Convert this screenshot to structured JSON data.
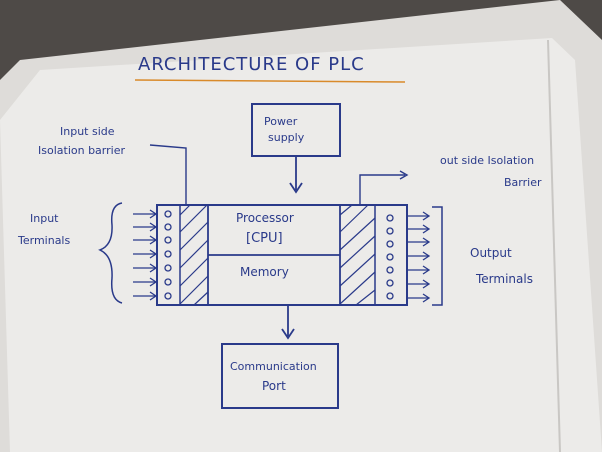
{
  "diagram": {
    "title": "ARCHITECTURE OF PLC",
    "labels": {
      "input_isolation_line1": "Input side",
      "input_isolation_line2": "Isolation barrier",
      "input_terminals_line1": "Input",
      "input_terminals_line2": "Terminals",
      "power_supply_line1": "Power",
      "power_supply_line2": "supply",
      "output_isolation_line1": "out side  Isolation",
      "output_isolation_line2": "Barrier",
      "output_terminals_line1": "Output",
      "output_terminals_line2": "Terminals",
      "processor_line1": "Processor",
      "processor_line2": "[CPU]",
      "memory": "Memory",
      "communication_line1": "Communication",
      "communication_line2": "Port"
    },
    "colors": {
      "ink": "#2a3a8a",
      "paper": "#eceae8",
      "title_underline": "#d98a2a",
      "background": "#4e4a47"
    }
  }
}
